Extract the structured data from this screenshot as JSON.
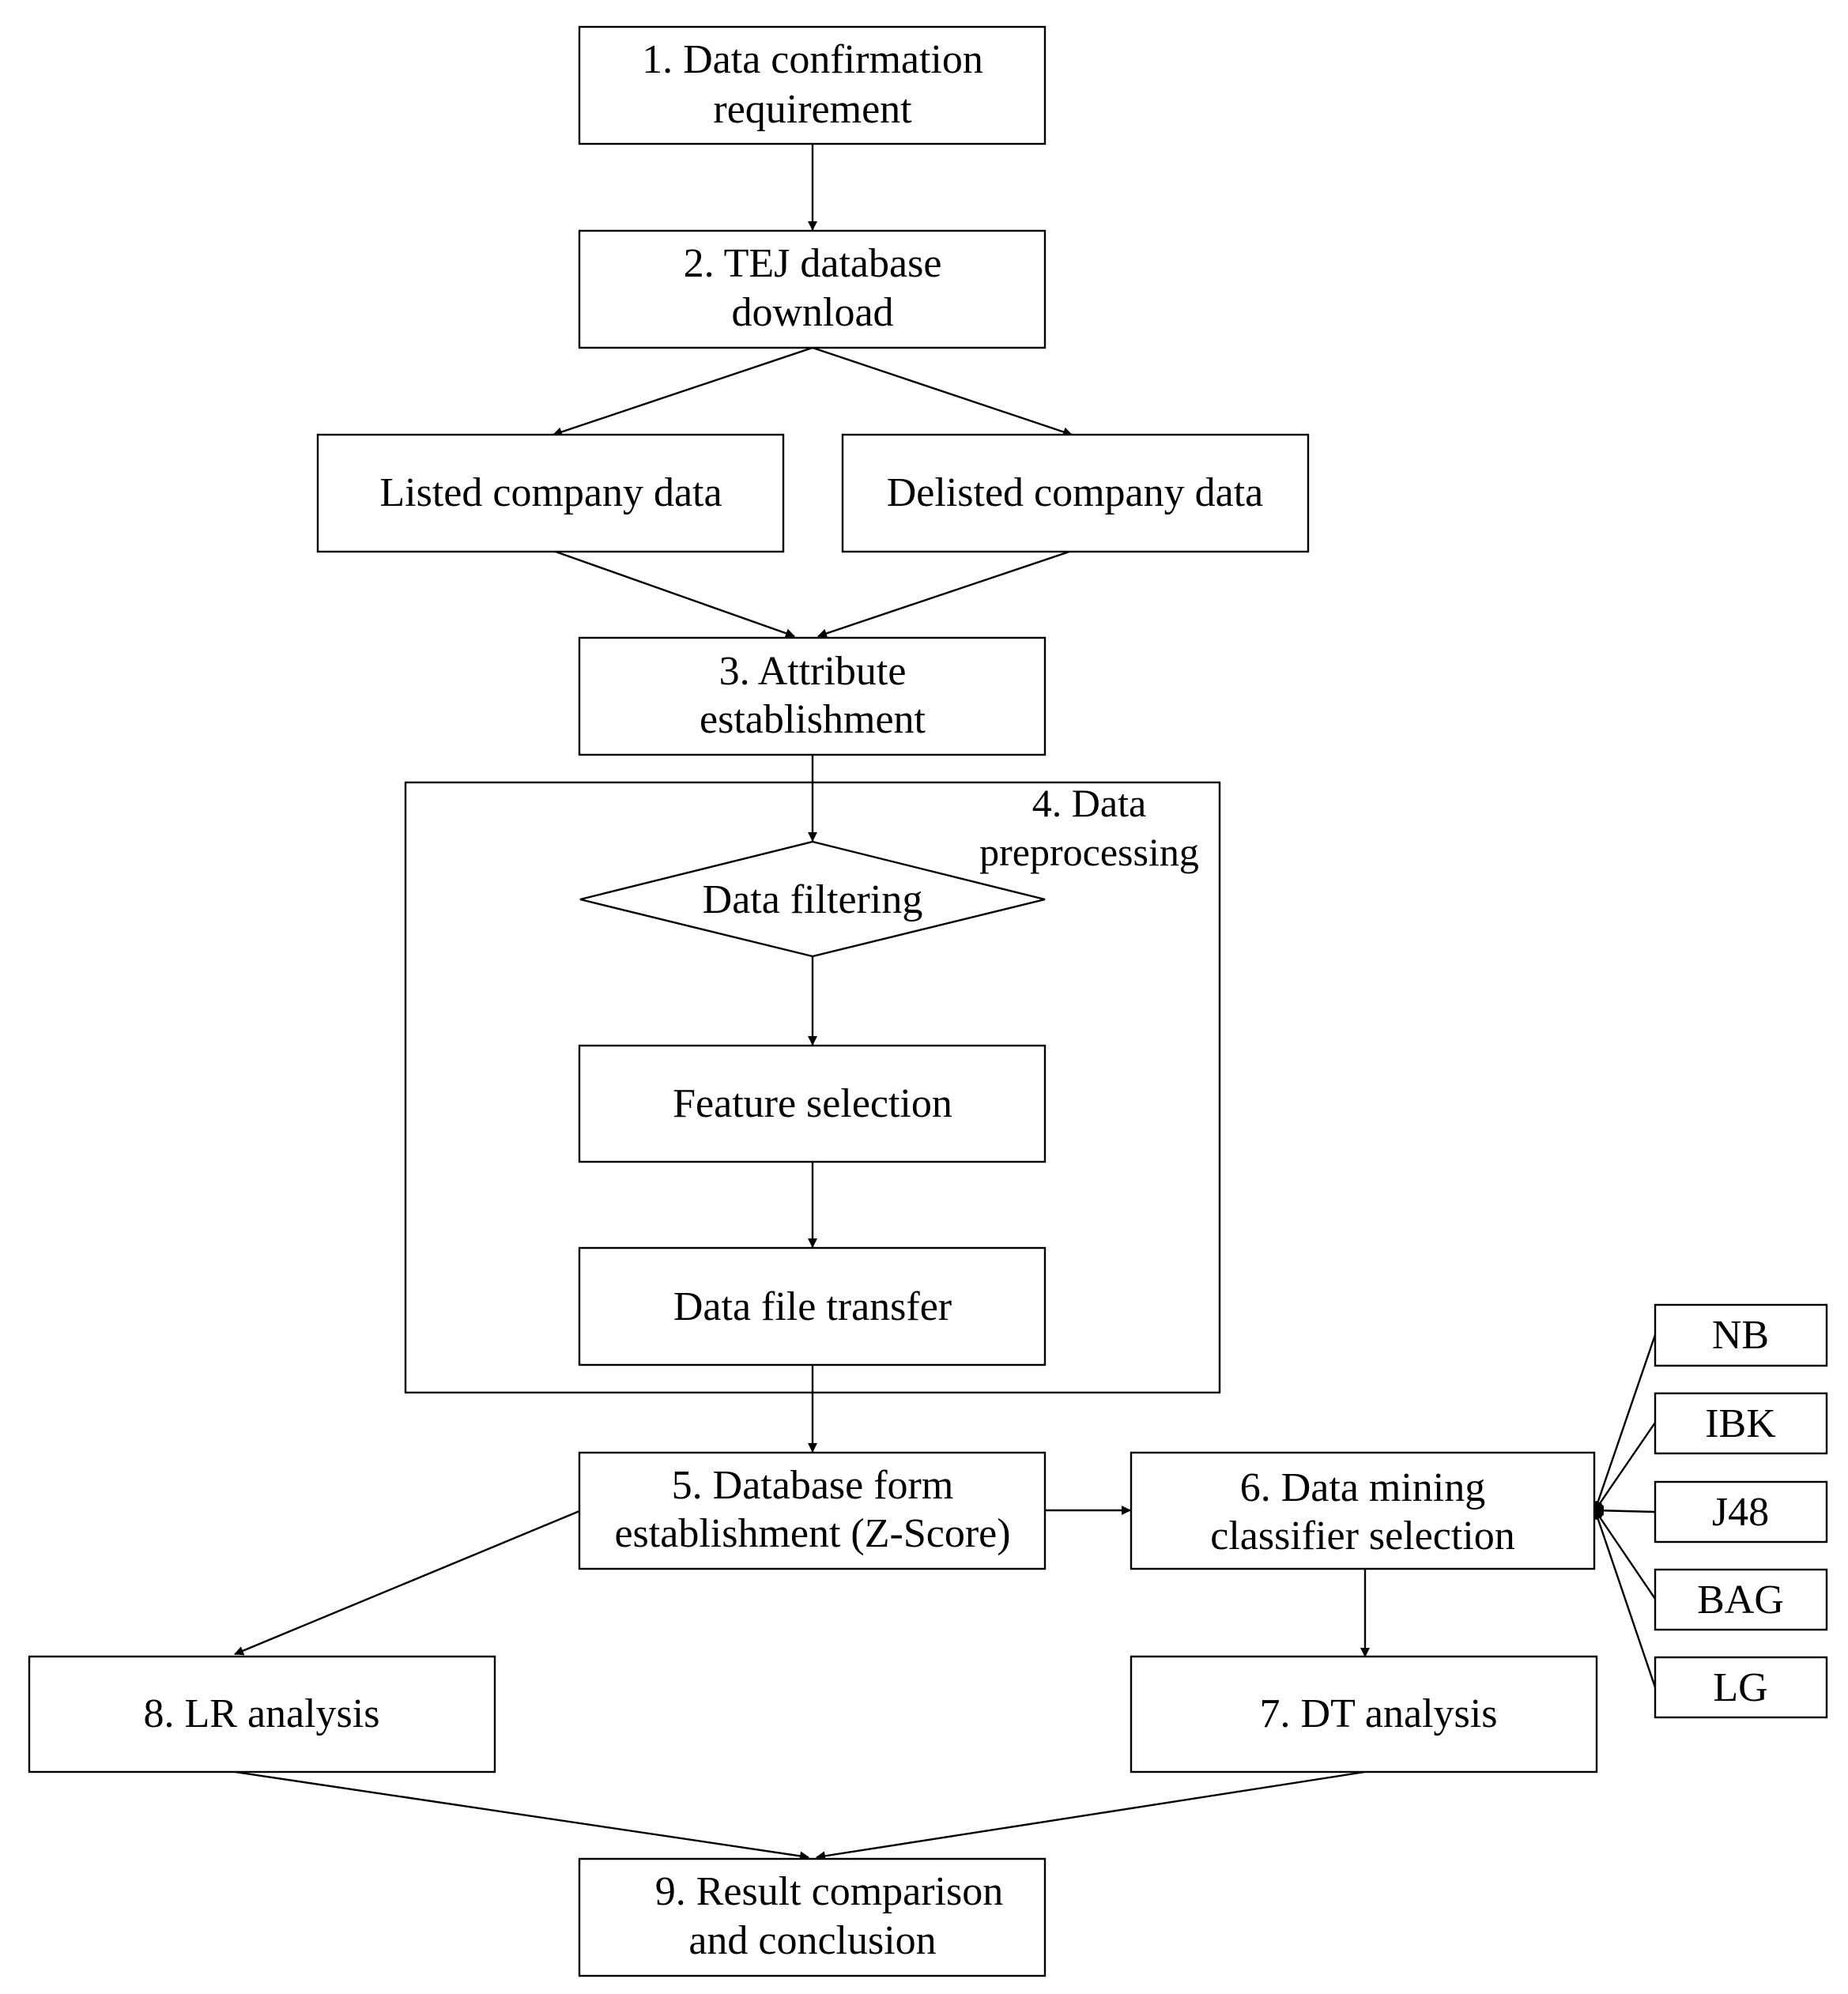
{
  "nodes": {
    "step1": {
      "lines": [
        "1. Data confirmation",
        "requirement"
      ]
    },
    "step2": {
      "lines": [
        "2. TEJ database",
        "download"
      ]
    },
    "listed": {
      "lines": [
        "Listed company data"
      ]
    },
    "delisted": {
      "lines": [
        "Delisted company data"
      ]
    },
    "step3": {
      "lines": [
        "3. Attribute",
        "establishment"
      ]
    },
    "step4": {
      "lines": [
        "4. Data",
        "preprocessing"
      ]
    },
    "filtering": {
      "lines": [
        "Data filtering"
      ]
    },
    "feature": {
      "lines": [
        "Feature selection"
      ]
    },
    "transfer": {
      "lines": [
        "Data file transfer"
      ]
    },
    "step5": {
      "lines": [
        "5. Database form",
        "establishment (Z-Score)"
      ]
    },
    "step6": {
      "lines": [
        "6. Data mining",
        "classifier selection"
      ]
    },
    "step7": {
      "lines": [
        "7. DT analysis"
      ]
    },
    "step8": {
      "lines": [
        "8. LR analysis"
      ]
    },
    "step9": {
      "lines": [
        "9. Result comparison",
        "and conclusion"
      ]
    },
    "nb": {
      "lines": [
        "NB"
      ]
    },
    "ibk": {
      "lines": [
        "IBK"
      ]
    },
    "j48": {
      "lines": [
        "J48"
      ]
    },
    "bag": {
      "lines": [
        "BAG"
      ]
    },
    "lg": {
      "lines": [
        "LG"
      ]
    }
  }
}
